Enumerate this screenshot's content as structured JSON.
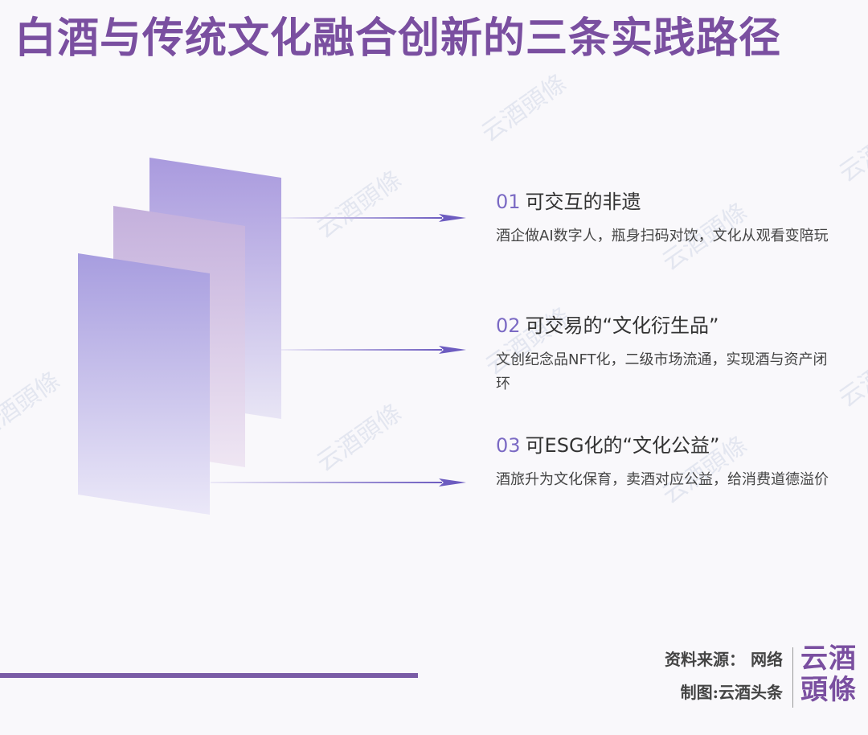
{
  "title": "白酒与传统文化融合创新的三条实践路径",
  "watermark": "云酒頭條",
  "items": [
    {
      "num": "01",
      "head": "可交互的非遗",
      "desc": "酒企做AI数字人，瓶身扫码对饮，文化从观看变陪玩"
    },
    {
      "num": "02",
      "head": "可交易的“文化衍生品”",
      "desc": "文创纪念品NFT化，二级市场流通，实现酒与资产闭环"
    },
    {
      "num": "03",
      "head": "可ESG化的“文化公益”",
      "desc": "酒旅升为文化保育，卖酒对应公益，给消费道德溢价"
    }
  ],
  "footer": {
    "source": "资料来源：  网络",
    "maker": "制图:云酒头条",
    "logo_line1": "云酒",
    "logo_line2": "頭條"
  },
  "colors": {
    "title": "#7a4fa0",
    "accent": "#7b6ac4",
    "bar": "#7a5ca6"
  }
}
